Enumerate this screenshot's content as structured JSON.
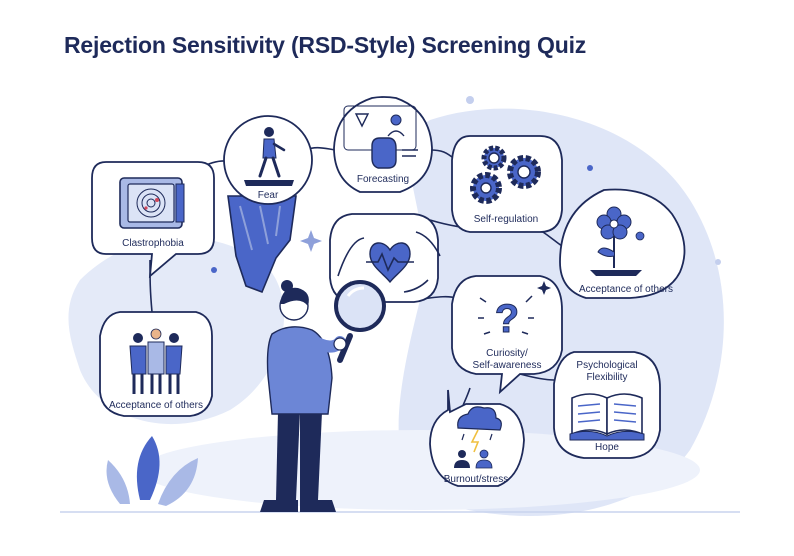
{
  "title": "Rejection Sensitivity (RSD-Style) Screening Quiz",
  "labels": {
    "claustrophobia": "Clastrophobia",
    "fear": "Fear",
    "forecasting": "Forecasting",
    "self_regulation": "Self-regulation",
    "acceptance_right": "Acceptance of others",
    "curiosity_line1": "Curiosity/",
    "curiosity_line2": "Self-awareness",
    "flexibility_line1": "Psychological",
    "flexibility_line2": "Flexibility",
    "hope": "Hope",
    "burnout": "Burnout/stress",
    "acceptance_left": "Acceptance of others"
  },
  "colors": {
    "navy": "#1e2a5a",
    "accent_blue": "#4a66c8",
    "light_blue": "#dbe3f6",
    "mid_blue": "#a9b9e6"
  }
}
